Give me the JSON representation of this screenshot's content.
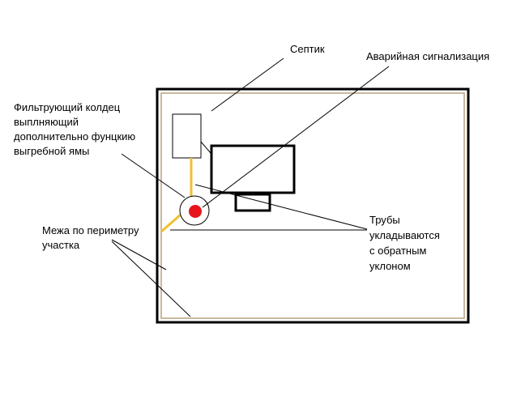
{
  "labels": {
    "septic": "Септик",
    "alarm": "Аварийная сигнализация",
    "filter_well": [
      "Фильтрующий колдец",
      "выплняющий",
      "дополнительно фунцкию",
      "выгребной ямы"
    ],
    "boundary": [
      "Межа по периметру",
      "участка"
    ],
    "pipes": [
      "Трубы",
      "укладываются",
      "с обратным",
      "уклоном"
    ]
  },
  "colors": {
    "outline": "#000000",
    "boundary_line": "#b8a07e",
    "pipe": "#f0c030",
    "alarm_dot": "#e8141c"
  }
}
